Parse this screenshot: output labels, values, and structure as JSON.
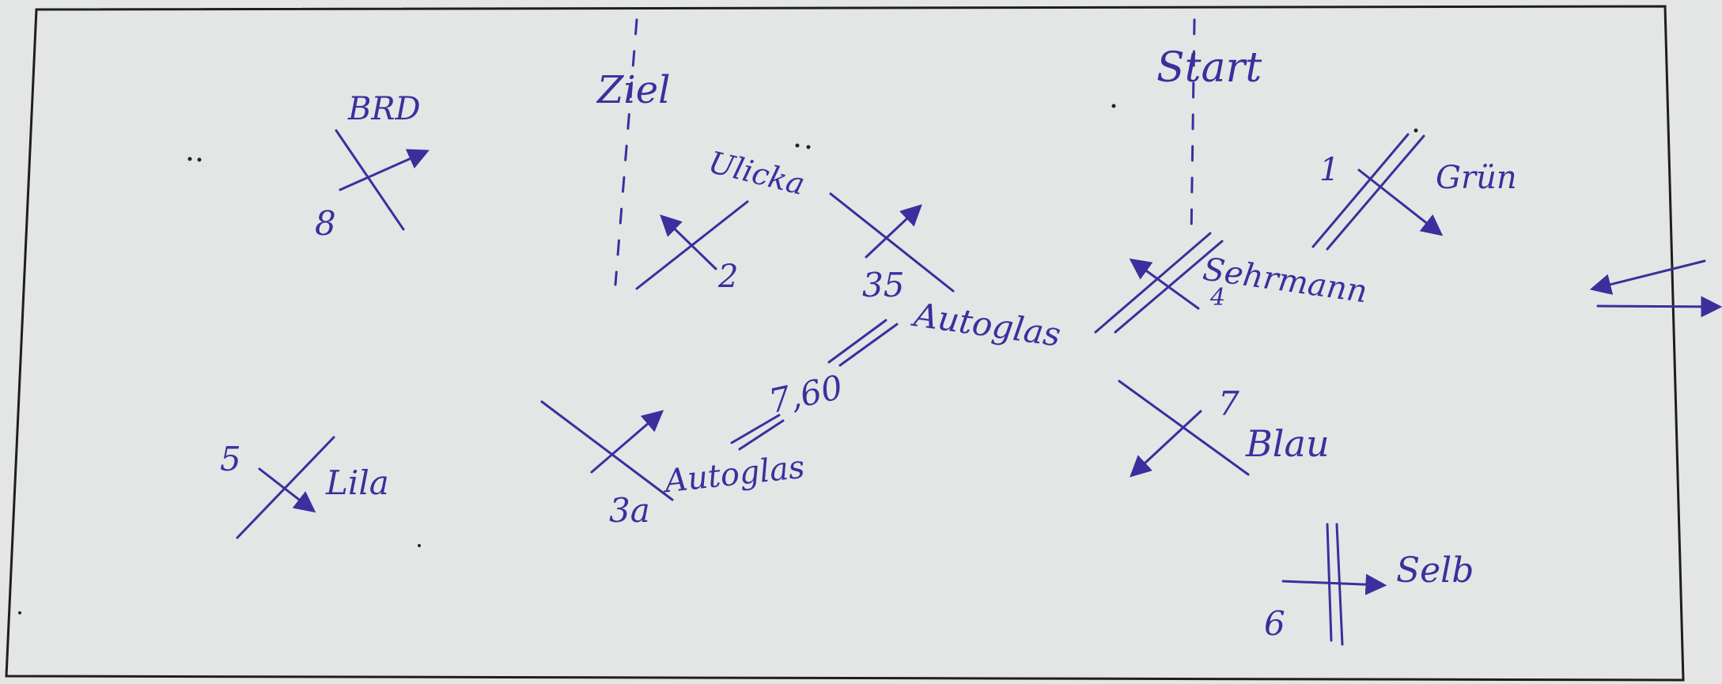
{
  "sketch": {
    "labels": {
      "brd": "BRD",
      "num_8": "8",
      "ziel": "Ziel",
      "ulicka": "Ulicka",
      "num_2": "2",
      "num_35": "35",
      "autoglas_top": "Autoglas",
      "num_760": "7,60",
      "autoglas_bottom": "Autoglas",
      "num_3a": "3a",
      "num_5": "5",
      "lila": "Lila",
      "start": "Start",
      "num_1": "1",
      "gruen": "Grün",
      "num_4": "4",
      "sehrmann": "Sehrmann",
      "num_7": "7",
      "blau": "Blau",
      "num_6": "6",
      "selb": "Selb"
    },
    "colors": {
      "ink": "#3b2f9e",
      "paper": "#e3e6e5",
      "frame": "#1e1e1e"
    }
  }
}
